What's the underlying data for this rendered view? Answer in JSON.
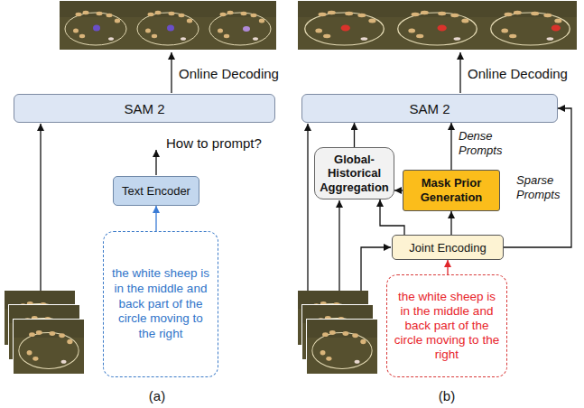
{
  "diagram": {
    "nodes": [
      {
        "text": [
          "SAM 2"
        ]
      },
      {
        "text": [
          "Text Encoder"
        ]
      },
      {
        "text": [
          "the white sheep is in the middle and back part of the circle moving to the right"
        ]
      },
      {
        "text": [
          "SAM 2"
        ]
      },
      {
        "text": [
          "Global-Historical Aggregation"
        ]
      },
      {
        "text": [
          "Mask Prior Generation"
        ]
      },
      {
        "text": [
          "Joint Encoding"
        ]
      },
      {
        "text": [
          "the white sheep is in the middle and back part of the circle moving to the right"
        ]
      }
    ],
    "edges": [
      {
        "from": 2,
        "to": 1,
        "arrow": "to"
      },
      {
        "from": 4,
        "to": 3,
        "arrow": "to"
      },
      {
        "from": 5,
        "to": 3,
        "arrow": "to",
        "label": "Dense Prompts"
      },
      {
        "from": 5,
        "to": 4,
        "arrow": "to"
      },
      {
        "from": 6,
        "to": 5,
        "arrow": "to"
      },
      {
        "from": 6,
        "to": 4,
        "arrow": "to"
      },
      {
        "from": 6,
        "to": 3,
        "arrow": "to",
        "label": "Sparse Prompts"
      },
      {
        "from": 7,
        "to": 6,
        "arrow": "to"
      }
    ],
    "labels": [
      "Online Decoding",
      "Online Decoding",
      "How to prompt?",
      "(a)",
      "(b)"
    ]
  }
}
